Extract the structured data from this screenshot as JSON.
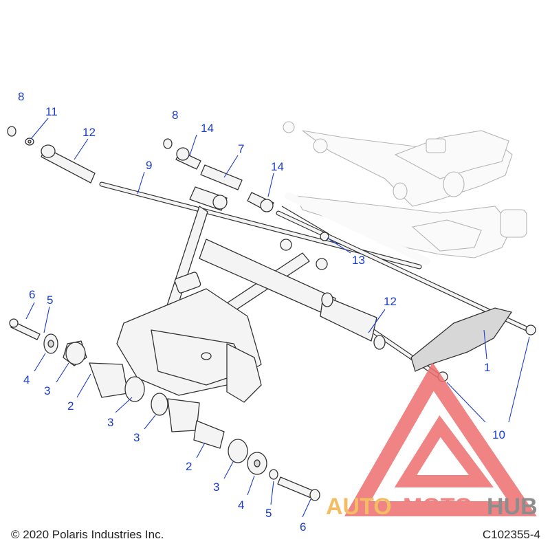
{
  "callouts": [
    {
      "id": "c8a",
      "label": "8"
    },
    {
      "id": "c11",
      "label": "11"
    },
    {
      "id": "c12a",
      "label": "12"
    },
    {
      "id": "c8b",
      "label": "8"
    },
    {
      "id": "c14a",
      "label": "14"
    },
    {
      "id": "c7",
      "label": "7"
    },
    {
      "id": "c9",
      "label": "9"
    },
    {
      "id": "c14b",
      "label": "14"
    },
    {
      "id": "c13",
      "label": "13"
    },
    {
      "id": "c6a",
      "label": "6"
    },
    {
      "id": "c5a",
      "label": "5"
    },
    {
      "id": "c4a",
      "label": "4"
    },
    {
      "id": "c3a",
      "label": "3"
    },
    {
      "id": "c2a",
      "label": "2"
    },
    {
      "id": "c3b",
      "label": "3"
    },
    {
      "id": "c3c",
      "label": "3"
    },
    {
      "id": "c12b",
      "label": "12"
    },
    {
      "id": "c1",
      "label": "1"
    },
    {
      "id": "c10",
      "label": "10"
    },
    {
      "id": "c2b",
      "label": "2"
    },
    {
      "id": "c3d",
      "label": "3"
    },
    {
      "id": "c4b",
      "label": "4"
    },
    {
      "id": "c5b",
      "label": "5"
    },
    {
      "id": "c6b",
      "label": "6"
    }
  ],
  "footer": {
    "copyright": "© 2020 Polaris Industries Inc.",
    "drawing_id": "C102355-4"
  },
  "watermark": {
    "text_auto": "AUTO",
    "text_moto": "MOTO",
    "text_hub": "HUB",
    "colors": {
      "auto": "#f2b24a",
      "moto": "#ee6f6f",
      "hub": "#7a7a7a",
      "triangle": "#ee6f6f"
    }
  },
  "colors": {
    "callout": "#1a3cc8",
    "line": "#333333",
    "ghost": "#b5b5b5"
  }
}
